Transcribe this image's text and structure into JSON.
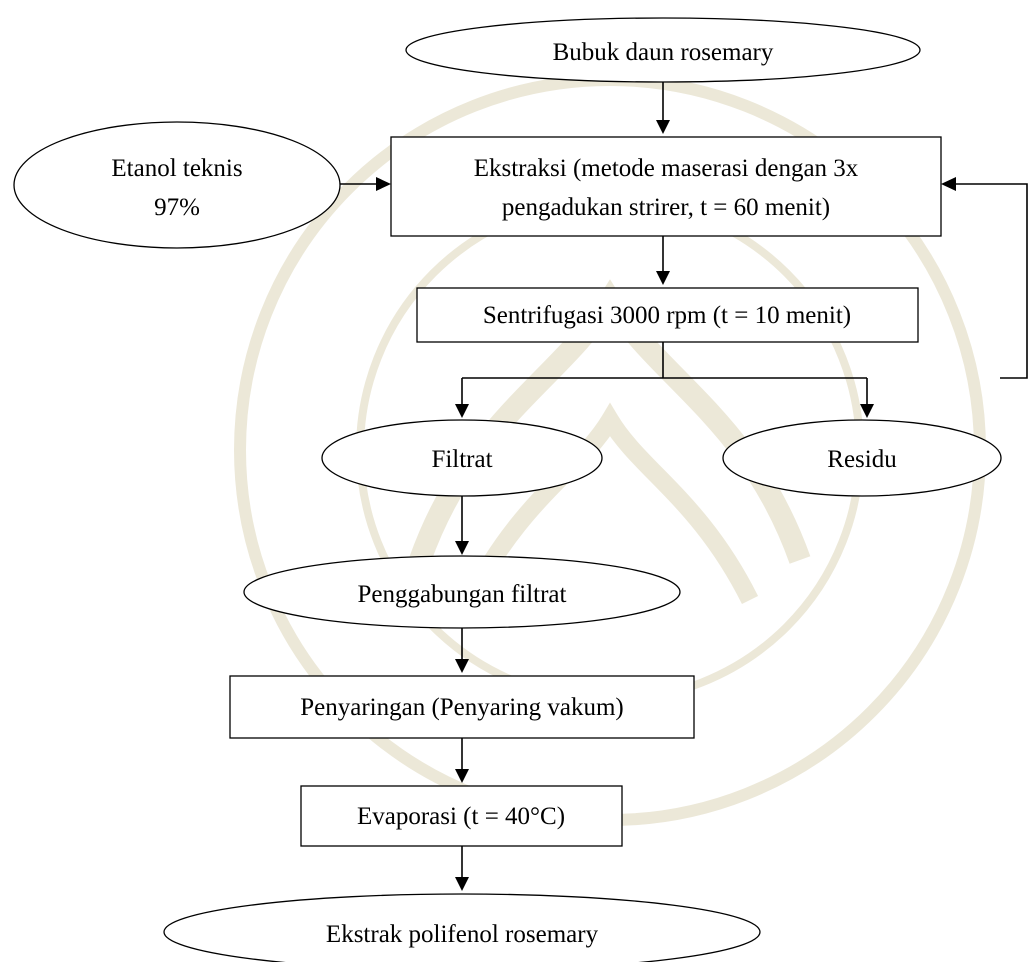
{
  "nodes": {
    "input": {
      "label": "Bubuk daun rosemary",
      "shape": "ellipse"
    },
    "solvent": {
      "line1": "Etanol teknis",
      "line2": "97%",
      "shape": "ellipse"
    },
    "extraction": {
      "line1": "Ekstraksi (metode maserasi dengan 3x",
      "line2": "pengadukan strirer, t = 60 menit)",
      "shape": "rectangle"
    },
    "centrifugation": {
      "label": "Sentrifugasi 3000 rpm (t = 10 menit)",
      "shape": "rectangle"
    },
    "filtrate": {
      "label": "Filtrat",
      "shape": "ellipse"
    },
    "residue": {
      "label": "Residu",
      "shape": "ellipse"
    },
    "merge": {
      "label": "Penggabungan filtrat",
      "shape": "ellipse"
    },
    "filtering": {
      "label": "Penyaringan (Penyaring vakum)",
      "shape": "rectangle"
    },
    "evaporation": {
      "label": "Evaporasi (t = 40°C)",
      "shape": "rectangle"
    },
    "output": {
      "label": "Ekstrak polifenol rosemary",
      "shape": "ellipse"
    }
  },
  "edges": [
    {
      "from": "input",
      "to": "extraction"
    },
    {
      "from": "solvent",
      "to": "extraction"
    },
    {
      "from": "residue",
      "to": "extraction",
      "note": "re-extraction loop"
    },
    {
      "from": "extraction",
      "to": "centrifugation"
    },
    {
      "from": "centrifugation",
      "to": "filtrate"
    },
    {
      "from": "centrifugation",
      "to": "residue"
    },
    {
      "from": "filtrate",
      "to": "merge"
    },
    {
      "from": "merge",
      "to": "filtering"
    },
    {
      "from": "filtering",
      "to": "evaporation"
    },
    {
      "from": "evaporation",
      "to": "output"
    }
  ],
  "colors": {
    "line": "#000000",
    "fill": "#ffffff",
    "watermark": "#ece8d8"
  }
}
